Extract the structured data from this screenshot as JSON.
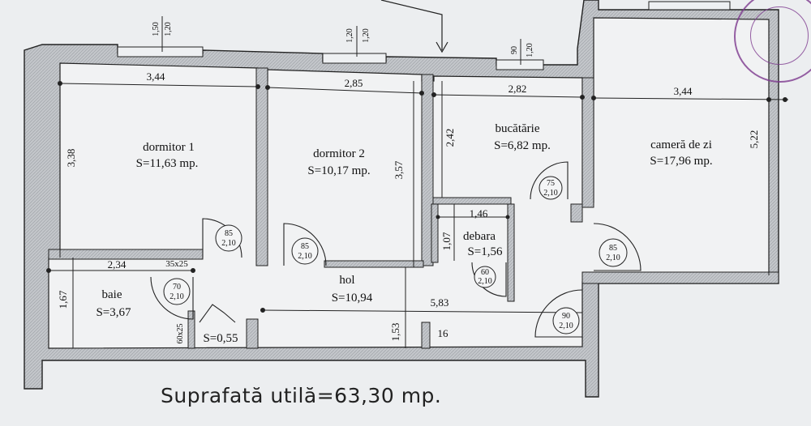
{
  "rooms": {
    "dormitor1": {
      "name": "dormitor 1",
      "area": "S=11,63 mp."
    },
    "dormitor2": {
      "name": "dormitor 2",
      "area": "S=10,17 mp."
    },
    "bucatarie": {
      "name": "bucătărie",
      "area": "S=6,82 mp."
    },
    "camera": {
      "name": "cameră de zi",
      "area": "S=17,96 mp."
    },
    "debara": {
      "name": "debara",
      "area": "S=1,56"
    },
    "hol": {
      "name": "hol",
      "area": "S=10,94"
    },
    "baie": {
      "name": "baie",
      "area": "S=3,67"
    },
    "storage": {
      "area": "S=0,55"
    }
  },
  "dimensions": {
    "d1_width": "3,44",
    "d2_width": "2,85",
    "kitchen_width": "2,82",
    "living_width": "3,44",
    "d1_height": "3,38",
    "d2_height": "3,57",
    "kitchen_height": "2,42",
    "living_height": "5,22",
    "debara_width": "1,46",
    "debara_height": "1,07",
    "bath_width": "2,34",
    "bath_height": "1,67",
    "hol_width": "5,83",
    "hol_height": "1,53",
    "duct": "35x25",
    "duct2": "60x25",
    "wall": "16"
  },
  "windows": {
    "w1": {
      "a": "1,50",
      "b": "1,20"
    },
    "w2": {
      "a": "1,20",
      "b": "1,20"
    },
    "w3": {
      "a": "90",
      "b": "1,20"
    }
  },
  "doors": {
    "d1": {
      "w": "85",
      "h": "2,10"
    },
    "d2": {
      "w": "85",
      "h": "2,10"
    },
    "kitchen": {
      "w": "75",
      "h": "2,10"
    },
    "living": {
      "w": "85",
      "h": "2,10"
    },
    "debara": {
      "w": "60",
      "h": "2,10"
    },
    "bath": {
      "w": "70",
      "h": "2,10"
    },
    "entry": {
      "w": "90",
      "h": "2,10"
    }
  },
  "caption": "Suprafată utilă=63,30 mp.",
  "colors": {
    "wall": "#b9bcc0",
    "line": "#1a1a1a",
    "stamp": "#7e3a8f"
  }
}
